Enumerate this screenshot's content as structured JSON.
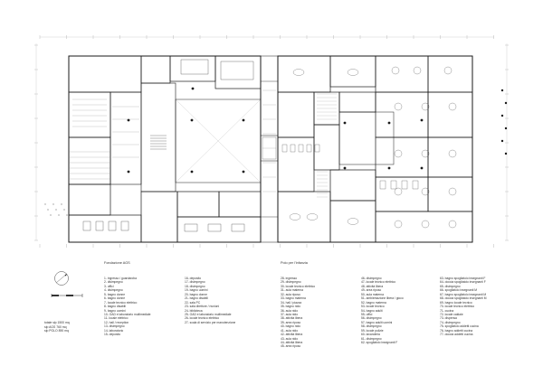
{
  "colors": {
    "wall": "#1a1a1a",
    "line": "#444444",
    "light": "#8a8a8a",
    "grid": "#bbbbbb",
    "hatch": "#9a9a9a"
  },
  "icons": {
    "compass": "north-arrow-icon",
    "scale": "scale-bar-icon"
  },
  "legend": {
    "col1_title": "Fondazione AGS",
    "col2_title": "Polo per l'infanzia",
    "col1": [
      "1- ingresso / guardaroba",
      "2- disimpegno",
      "3- uffici",
      "4- disimpegno",
      "5- bagno donne",
      "6- bagno donne",
      "7- locale tecnico elettrico",
      "8- bagno disabili",
      "9- bagno uomini",
      "10- OAD e laboratorio multimediale",
      "11- locale elettrico",
      "12- hall / reception",
      "13- disimpegno",
      "14- laboratorio",
      "15- deposito"
    ],
    "col2": [
      "16- deposito",
      "17- disimpegno",
      "18- disimpegno",
      "19- bagno uomini",
      "20- bagno donne",
      "21- bagno disabili",
      "22- sala PC",
      "23- sala direttore / riunioni",
      "24- biblioteca",
      "25- OAD e laboratorio multimediale",
      "26- locale tecnico elettrico",
      "27- scala di servizio per manutenzione"
    ],
    "col3": [
      "28- ingresso",
      "29- disimpegno",
      "30- locale tecnico elettrico",
      "31- aula materna",
      "32- aula riposo",
      "33- bagno materna",
      "34- hall / piazza",
      "35- bagno nido",
      "36- aula nido",
      "37- aula nido",
      "38- attività libera",
      "39- area riposo",
      "40- bagno nido",
      "41- aula nido",
      "42- attività libera",
      "43- aula nido",
      "44- attività libera",
      "45- area riposo"
    ],
    "col4": [
      "46- disimpegno",
      "47- locale tecnico elettrico",
      "48- attività libera",
      "49- area riposo",
      "50- aula materna",
      "51- ambientazione libera / gioco",
      "52- bagno materna",
      "53- locale tecnico",
      "54- bagno adulti",
      "55- uffici",
      "56- disimpegno",
      "57- bagno adulti uomini",
      "58- disimpegno",
      "59- locale pulizie",
      "60- lavanderia",
      "61- disimpegno",
      "62- spogliatoio insegnanti F"
    ],
    "col5": [
      "63- bagno spogliatoio insegnanti F",
      "64- doccia spogliatoio insegnanti F",
      "65- disimpegno",
      "66- spogliatoio insegnanti M",
      "67- bagno spogliatoio insegnanti M",
      "68- doccia spogliatoio insegnanti M",
      "69- bagno locale tecnico",
      "70- locale tecnico elettrico",
      "71- cucina",
      "72- locale caldaie",
      "73- dispensa",
      "74- disimpegno",
      "75- spogliatoio addetti cucina",
      "76- bagno addetti cucina",
      "77- doccia addetti cucina"
    ]
  },
  "areas": [
    "totale slp 1500 mq",
    "slp AGS 760 mq",
    "slp POLO 890 mq"
  ]
}
